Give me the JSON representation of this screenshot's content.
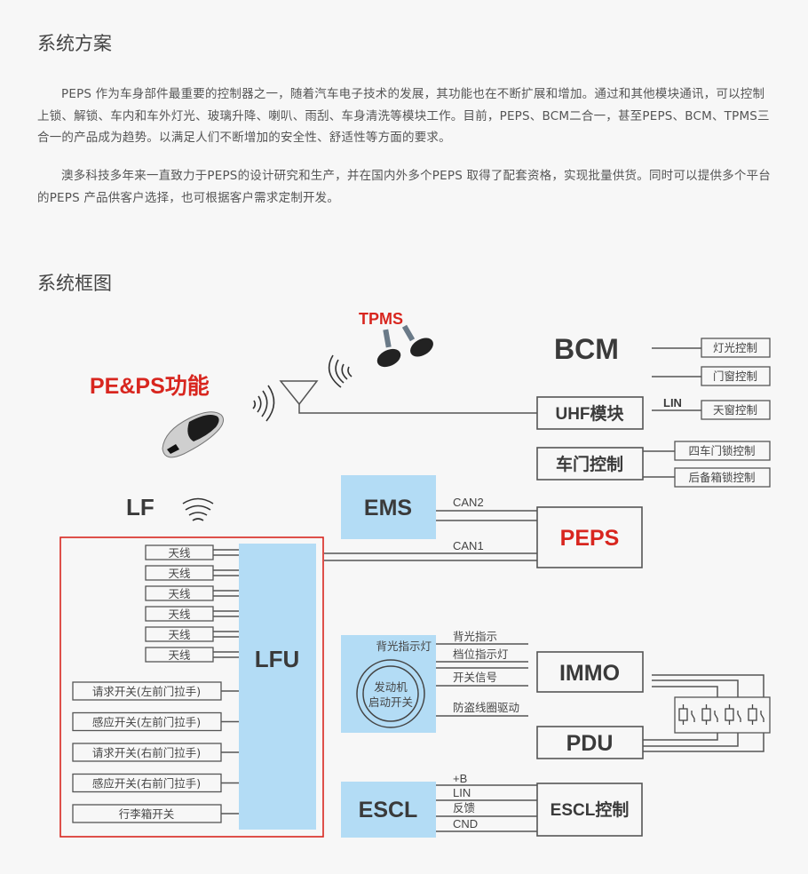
{
  "section1": {
    "title": "系统方案",
    "paragraphs": [
      "PEPS 作为车身部件最重要的控制器之一，随着汽车电子技术的发展，其功能也在不断扩展和增加。通过和其他模块通讯，可以控制上锁、解锁、车内和车外灯光、玻璃升降、喇叭、雨刮、车身清洗等模块工作。目前，PEPS、BCM二合一，甚至PEPS、BCM、TPMS三合一的产品成为趋势。以满足人们不断增加的安全性、舒适性等方面的要求。",
      "澳多科技多年来一直致力于PEPS的设计研究和生产，并在国内外多个PEPS 取得了配套资格，实现批量供货。同时可以提供多个平台的PEPS 产品供客户选择，也可根据客户需求定制开发。"
    ]
  },
  "section2": {
    "title": "系统框图"
  },
  "diagram": {
    "tpms_label": "TPMS",
    "pe_ps_label": "PE&PS功能",
    "lf_label": "LF",
    "bcm": {
      "label": "BCM",
      "outputs": [
        "灯光控制",
        "门窗控制",
        "天窗控制"
      ],
      "lin_label": "LIN"
    },
    "uhf_label": "UHF模块",
    "door": {
      "label": "车门控制",
      "outputs": [
        "四车门锁控制",
        "后备箱锁控制"
      ]
    },
    "ems_label": "EMS",
    "can2_label": "CAN2",
    "can1_label": "CAN1",
    "peps_label": "PEPS",
    "lfu_label": "LFU",
    "antennas": [
      "天线",
      "天线",
      "天线",
      "天线",
      "天线",
      "天线"
    ],
    "switches": [
      "请求开关(左前门拉手)",
      "感应开关(左前门拉手)",
      "请求开关(右前门拉手)",
      "感应开关(右前门拉手)",
      "行李箱开关"
    ],
    "ignition": {
      "backlight_label": "背光指示灯",
      "button_line1": "发动机",
      "button_line2": "启动开关",
      "signals": [
        "背光指示",
        "档位指示灯",
        "开关信号",
        "防盗线圈驱动"
      ]
    },
    "immo_label": "IMMO",
    "pdu_label": "PDU",
    "escl": {
      "label": "ESCL",
      "control_label": "ESCL控制",
      "signals": [
        "+B",
        "LIN",
        "反馈",
        "CND"
      ]
    }
  }
}
